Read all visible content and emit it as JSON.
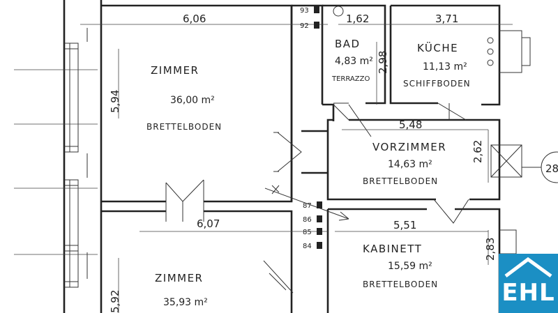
{
  "rooms": [
    {
      "id": "zimmer-1",
      "name": "ZIMMER",
      "area": "36,00 m²",
      "floor": "BRETTELBODEN"
    },
    {
      "id": "bad",
      "name": "BAD",
      "area": "4,83 m²",
      "floor": "TERRAZZO"
    },
    {
      "id": "kueche",
      "name": "KÜCHE",
      "area": "11,13 m²",
      "floor": "SCHIFFBODEN"
    },
    {
      "id": "vorzimmer",
      "name": "VORZIMMER",
      "area": "14,63 m²",
      "floor": "BRETTELBODEN"
    },
    {
      "id": "zimmer-2",
      "name": "ZIMMER",
      "area": "35,93 m²",
      "floor": ""
    },
    {
      "id": "kabinett",
      "name": "KABINETT",
      "area": "15,59 m²",
      "floor": "BRETTELBODEN"
    }
  ],
  "dimensions": {
    "zimmer1_width": "6,06",
    "zimmer1_height": "5,94",
    "bad_width": "1,62",
    "bad_height": "2,98",
    "kueche_width": "3,71",
    "vorzimmer_width": "5,48",
    "vorzimmer_height": "2,62",
    "zimmer2_width": "6,07",
    "zimmer2_height": "5,92",
    "kabinett_width": "5,51",
    "kabinett_height": "2,83"
  },
  "markers": {
    "upper": [
      "93",
      "92"
    ],
    "lower": [
      "87",
      "86",
      "85",
      "84"
    ],
    "circle": "28"
  },
  "logo": {
    "text": "EHL",
    "color": "#1b8fc4"
  }
}
